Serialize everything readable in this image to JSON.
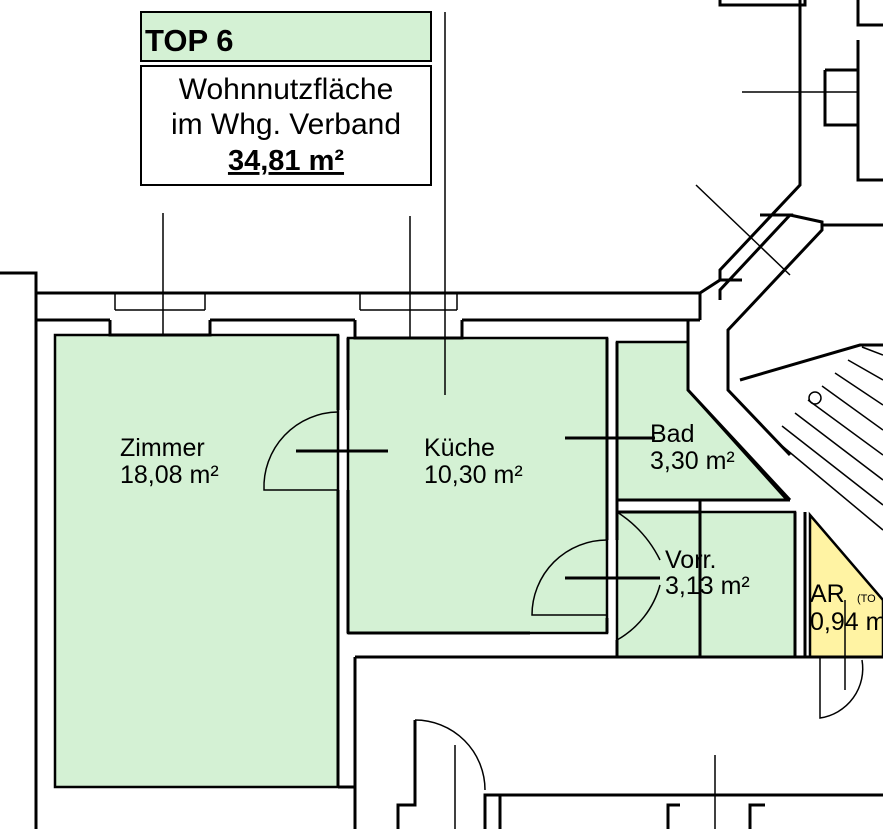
{
  "title_box": {
    "unit": "TOP 6",
    "line1": "Wohnnutzfläche",
    "line2": "im Whg. Verband",
    "total_area": "34,81 m²"
  },
  "rooms": {
    "zimmer": {
      "name": "Zimmer",
      "area": "18,08 m²"
    },
    "kueche": {
      "name": "Küche",
      "area": "10,30 m²"
    },
    "bad": {
      "name": "Bad",
      "area": "3,30 m²"
    },
    "vorr": {
      "name": "Vorr.",
      "area": "3,13 m²"
    },
    "ar": {
      "name": "AR",
      "note": "(TO",
      "area": "0,94 m"
    }
  },
  "colors": {
    "room_fill": "#d4f1d4",
    "storage_fill": "#fff3a3",
    "wall": "#000000",
    "title_fill": "#d4f1d4"
  }
}
